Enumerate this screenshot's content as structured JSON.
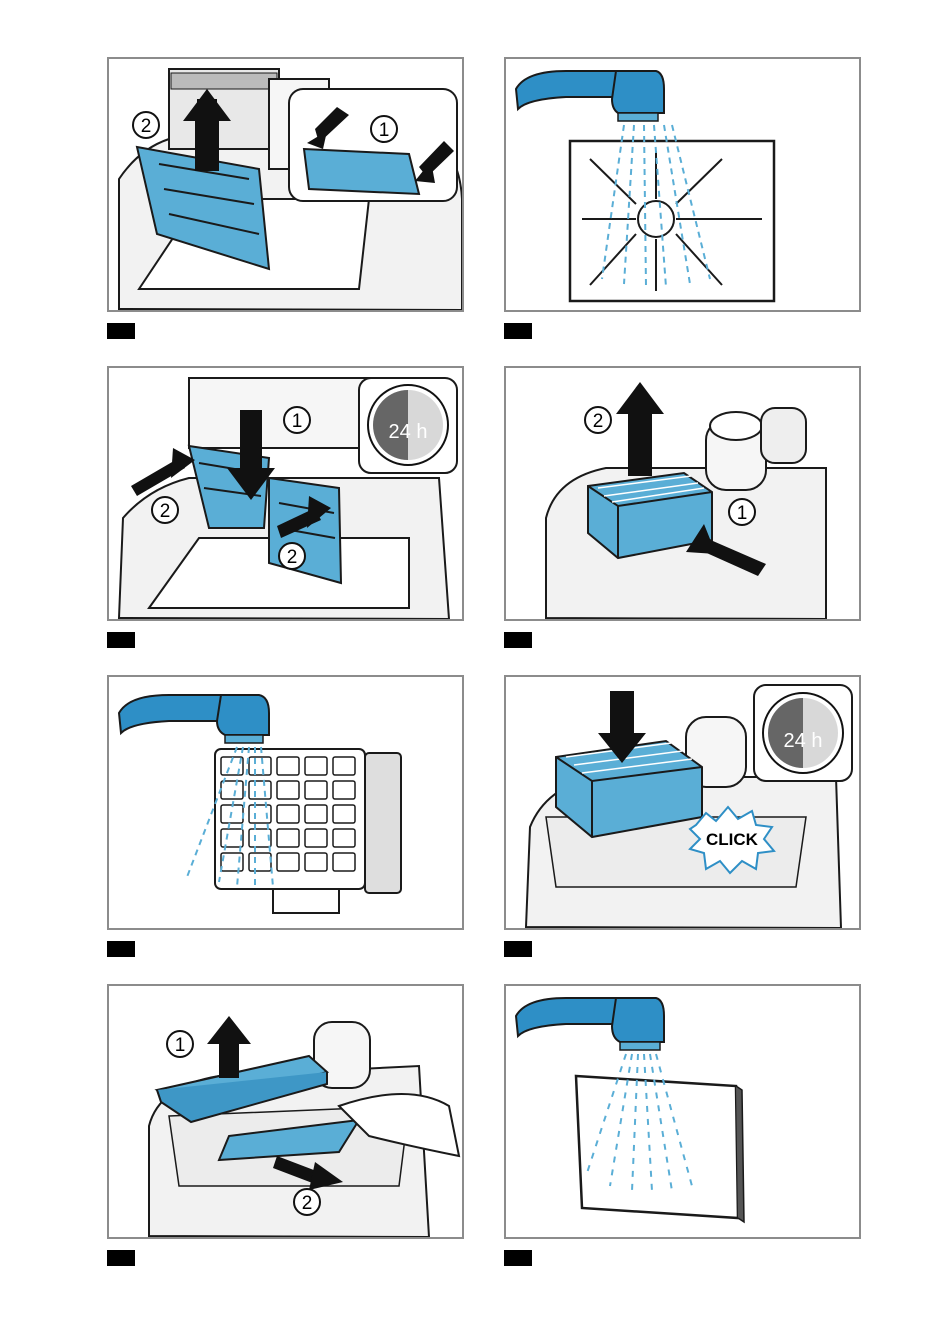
{
  "panels": [
    {
      "id": "p1",
      "callouts": [
        "2",
        "1"
      ]
    },
    {
      "id": "p2",
      "callouts": []
    },
    {
      "id": "p3",
      "callouts": [
        "1",
        "2",
        "2"
      ],
      "timer": "24 h"
    },
    {
      "id": "p4",
      "callouts": [
        "2",
        "1"
      ]
    },
    {
      "id": "p5",
      "callouts": []
    },
    {
      "id": "p6",
      "callouts": [],
      "timer": "24 h",
      "sound": "CLICK"
    },
    {
      "id": "p7",
      "callouts": [
        "1",
        "2"
      ]
    },
    {
      "id": "p8",
      "callouts": []
    }
  ],
  "colors": {
    "filter_blue": "#5aaed6",
    "tap_blue": "#2e8fc6",
    "outline": "#1a1a1a",
    "frame": "#8c8c8c"
  },
  "icons": [
    "water-tap-icon",
    "down-arrow-icon",
    "up-arrow-icon",
    "timer-24h-icon",
    "click-burst-icon"
  ]
}
